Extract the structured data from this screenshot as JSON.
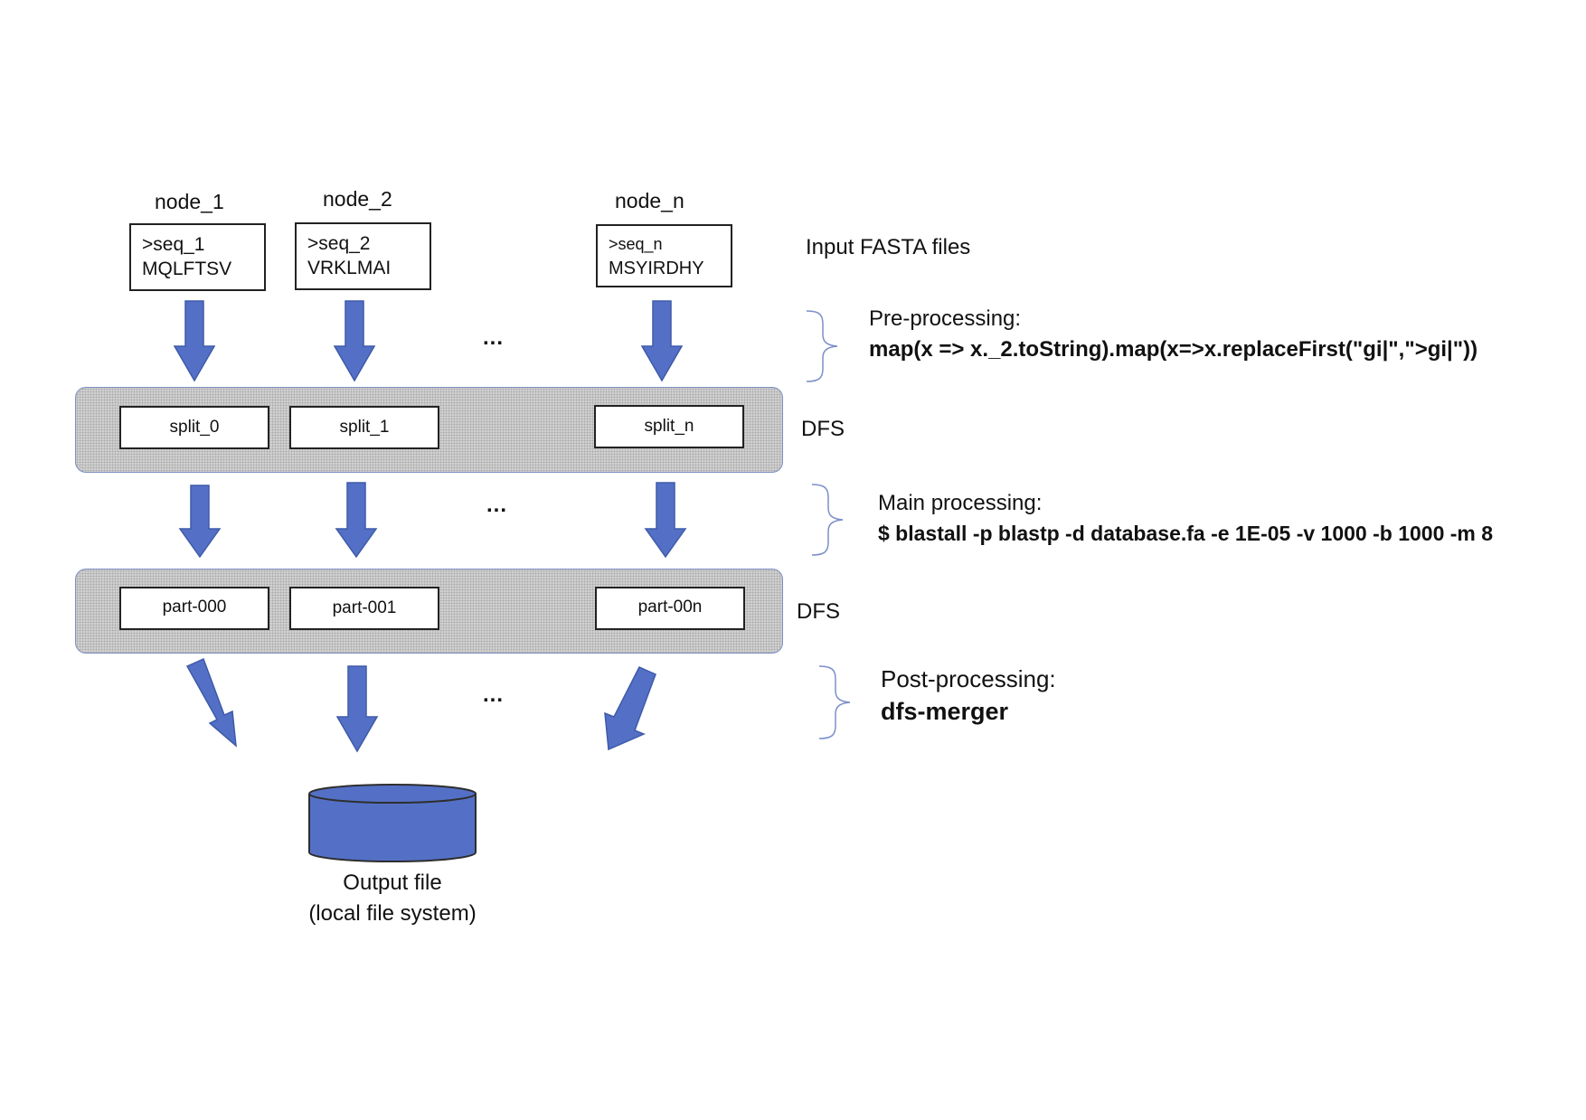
{
  "nodes": [
    {
      "name": "node_1",
      "seq_id": ">seq_1",
      "sequence": "MQLFTSV"
    },
    {
      "name": "node_2",
      "seq_id": ">seq_2",
      "sequence": "VRKLMAI"
    },
    {
      "name": "node_n",
      "seq_id": ">seq_n",
      "sequence": "MSYIRDHY"
    }
  ],
  "input_label": "Input FASTA files",
  "ellipsis": "...",
  "dfs1": {
    "label": "DFS",
    "items": [
      "split_0",
      "split_1",
      "split_n"
    ]
  },
  "dfs2": {
    "label": "DFS",
    "items": [
      "part-000",
      "part-001",
      "part-00n"
    ]
  },
  "stages": {
    "pre": {
      "title": "Pre-processing:",
      "command": "map(x => x._2.toString).map(x=>x.replaceFirst(\"gi|\",\">gi|\"))"
    },
    "main": {
      "title": "Main processing:",
      "command": "$ blastall -p blastp -d database.fa -e 1E-05 -v 1000 -b 1000 -m 8"
    },
    "post": {
      "title": "Post-processing:",
      "command": "dfs-merger"
    }
  },
  "output": {
    "line1": "Output file",
    "line2": "(local file system)"
  },
  "colors": {
    "arrow": "#5470c6",
    "arrow_stroke": "#3e5aa8",
    "bracket": "#7b8fc9",
    "band": "#d2d2d2"
  }
}
